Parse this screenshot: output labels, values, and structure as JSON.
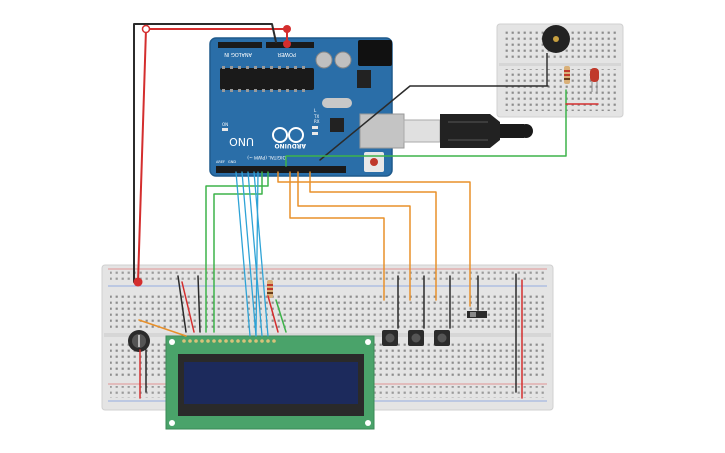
{
  "board": {
    "brand": "ARDUINO",
    "model": "UNO",
    "power_header_label": "POWER",
    "analog_header_label": "ANALOG IN",
    "digital_header_label": "DIGITAL (PWM ~)",
    "tx_label": "TX",
    "rx_label": "RX",
    "l_label": "L",
    "on_label": "ON",
    "aref_label": "AREF",
    "gnd_label": "GND"
  },
  "components": [
    {
      "name": "arduino-uno-board",
      "kind": "microcontroller"
    },
    {
      "name": "usb-cable",
      "kind": "cable"
    },
    {
      "name": "main-breadboard",
      "kind": "breadboard"
    },
    {
      "name": "mini-breadboard",
      "kind": "breadboard"
    },
    {
      "name": "lcd-16x2",
      "kind": "display"
    },
    {
      "name": "potentiometer",
      "kind": "knob"
    },
    {
      "name": "piezo-buzzer",
      "kind": "buzzer"
    },
    {
      "name": "red-led",
      "kind": "led"
    },
    {
      "name": "push-button-1",
      "kind": "button"
    },
    {
      "name": "push-button-2",
      "kind": "button"
    },
    {
      "name": "push-button-3",
      "kind": "button"
    },
    {
      "name": "slide-switch",
      "kind": "switch"
    }
  ],
  "colors": {
    "board_blue": "#2a6ea8",
    "board_dark": "#1f5a8c",
    "breadboard": "#e4e4e4",
    "wire_red": "#d42e2e",
    "wire_black": "#2b2b2b",
    "wire_green": "#3db34a",
    "wire_orange": "#e8902a",
    "wire_blue": "#2ea3d6",
    "lcd_pcb": "#4aa36a",
    "lcd_screen": "#1c2a5c"
  }
}
